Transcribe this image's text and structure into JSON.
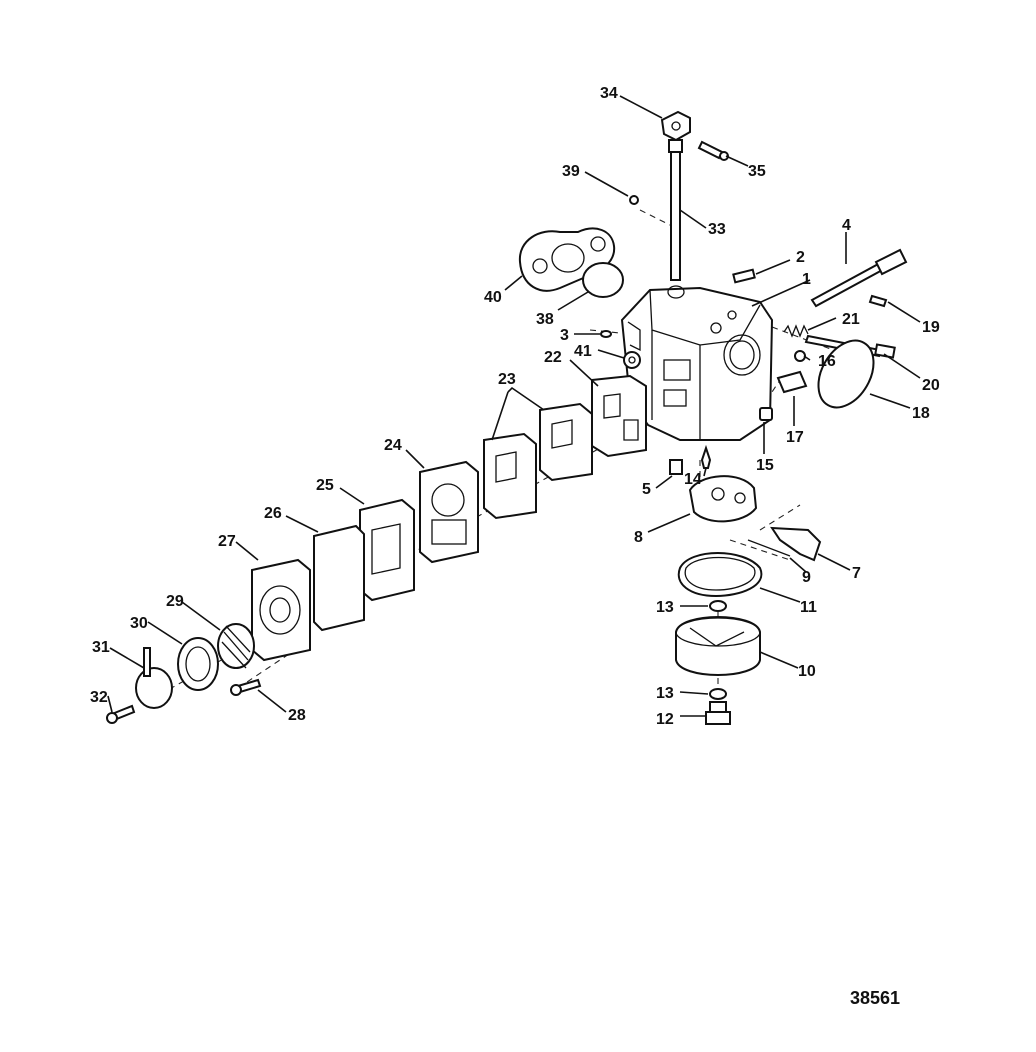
{
  "figure_number": "38561",
  "callouts": [
    {
      "id": "34",
      "label": "34"
    },
    {
      "id": "35",
      "label": "35"
    },
    {
      "id": "39",
      "label": "39"
    },
    {
      "id": "33",
      "label": "33"
    },
    {
      "id": "40",
      "label": "40"
    },
    {
      "id": "2",
      "label": "2"
    },
    {
      "id": "4",
      "label": "4"
    },
    {
      "id": "1",
      "label": "1"
    },
    {
      "id": "38",
      "label": "38"
    },
    {
      "id": "21",
      "label": "21"
    },
    {
      "id": "19",
      "label": "19"
    },
    {
      "id": "3",
      "label": "3"
    },
    {
      "id": "22",
      "label": "22"
    },
    {
      "id": "41",
      "label": "41"
    },
    {
      "id": "16",
      "label": "16"
    },
    {
      "id": "20",
      "label": "20"
    },
    {
      "id": "23",
      "label": "23"
    },
    {
      "id": "18",
      "label": "18"
    },
    {
      "id": "17",
      "label": "17"
    },
    {
      "id": "24",
      "label": "24"
    },
    {
      "id": "15",
      "label": "15"
    },
    {
      "id": "5",
      "label": "5"
    },
    {
      "id": "14",
      "label": "14"
    },
    {
      "id": "25",
      "label": "25"
    },
    {
      "id": "26",
      "label": "26"
    },
    {
      "id": "8",
      "label": "8"
    },
    {
      "id": "27",
      "label": "27"
    },
    {
      "id": "9",
      "label": "9"
    },
    {
      "id": "7",
      "label": "7"
    },
    {
      "id": "29",
      "label": "29"
    },
    {
      "id": "11",
      "label": "11"
    },
    {
      "id": "30",
      "label": "30"
    },
    {
      "id": "13a",
      "label": "13"
    },
    {
      "id": "31",
      "label": "31"
    },
    {
      "id": "10",
      "label": "10"
    },
    {
      "id": "13b",
      "label": "13"
    },
    {
      "id": "28",
      "label": "28"
    },
    {
      "id": "32",
      "label": "32"
    },
    {
      "id": "12",
      "label": "12"
    }
  ]
}
